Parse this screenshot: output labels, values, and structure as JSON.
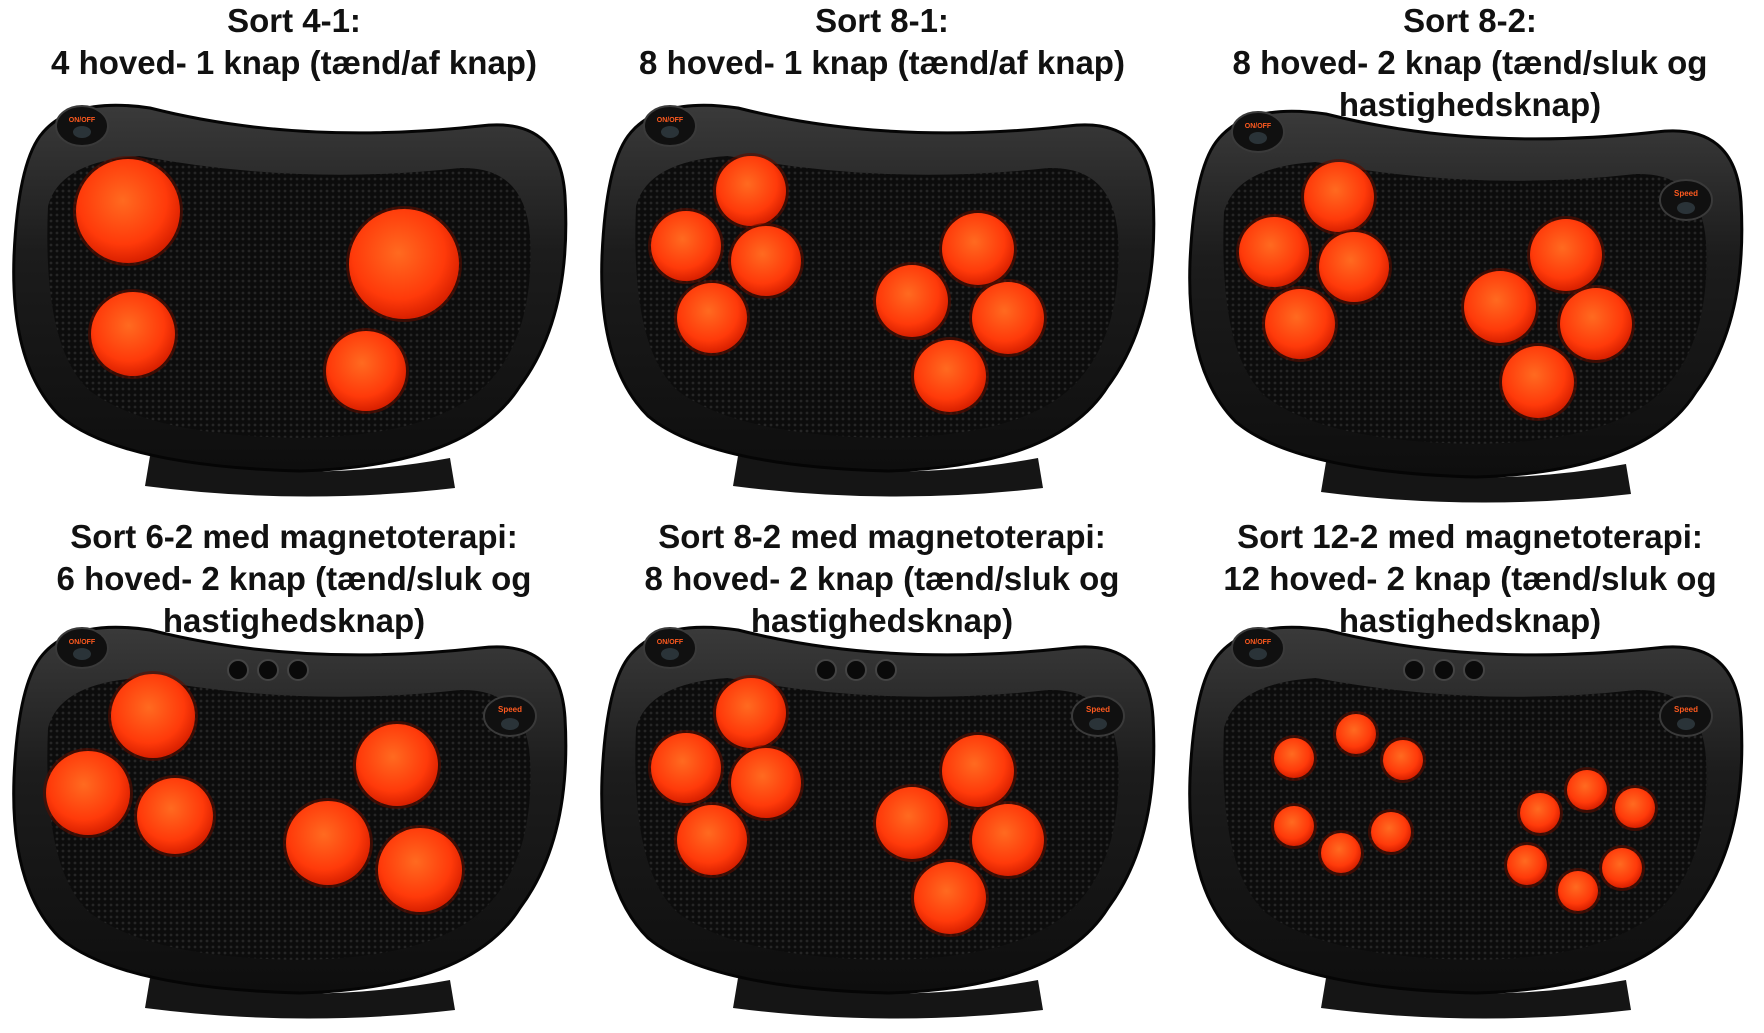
{
  "colors": {
    "background": "#ffffff",
    "pillow_shell": "#1c1c1c",
    "pillow_mesh": "#0c0c0c",
    "node_glow": "#ff3a0a",
    "node_core": "#ff6a20",
    "button_label": "#ff5a1f"
  },
  "products": [
    {
      "id": "sort-4-1",
      "caption_lines": [
        "Sort 4-1:",
        "4 hoved- 1 knap (tænd/af knap)"
      ],
      "heads": 4,
      "buttons": 1,
      "has_speed_button": false,
      "has_mode_buttons": false,
      "button_labels": {
        "power": "ON/OFF",
        "speed": ""
      }
    },
    {
      "id": "sort-8-1",
      "caption_lines": [
        "Sort 8-1:",
        "8 hoved- 1 knap (tænd/af knap)"
      ],
      "heads": 8,
      "buttons": 1,
      "has_speed_button": false,
      "has_mode_buttons": false,
      "button_labels": {
        "power": "ON/OFF",
        "speed": ""
      }
    },
    {
      "id": "sort-8-2",
      "caption_lines": [
        "Sort 8-2:",
        "8 hoved- 2 knap (tænd/sluk og",
        "hastighedsknap)"
      ],
      "heads": 8,
      "buttons": 2,
      "has_speed_button": true,
      "has_mode_buttons": false,
      "button_labels": {
        "power": "ON/OFF",
        "speed": "Speed"
      }
    },
    {
      "id": "sort-6-2-magnet",
      "caption_lines": [
        "Sort 6-2 med magnetoterapi:",
        "6 hoved- 2 knap (tænd/sluk og",
        "hastighedsknap)"
      ],
      "heads": 6,
      "buttons": 2,
      "has_speed_button": true,
      "has_mode_buttons": true,
      "button_labels": {
        "power": "ON/OFF",
        "speed": "Speed"
      }
    },
    {
      "id": "sort-8-2-magnet",
      "caption_lines": [
        "Sort 8-2 med magnetoterapi:",
        "8 hoved- 2 knap (tænd/sluk og",
        "hastighedsknap)"
      ],
      "heads": 8,
      "buttons": 2,
      "has_speed_button": true,
      "has_mode_buttons": true,
      "button_labels": {
        "power": "ON/OFF",
        "speed": "Speed"
      }
    },
    {
      "id": "sort-12-2-magnet",
      "caption_lines": [
        "Sort 12-2 med magnetoterapi:",
        "12 hoved- 2 knap (tænd/sluk og",
        "hastighedsknap)"
      ],
      "heads": 12,
      "buttons": 2,
      "has_speed_button": true,
      "has_mode_buttons": true,
      "button_labels": {
        "power": "ON/OFF",
        "speed": "Speed"
      }
    }
  ]
}
